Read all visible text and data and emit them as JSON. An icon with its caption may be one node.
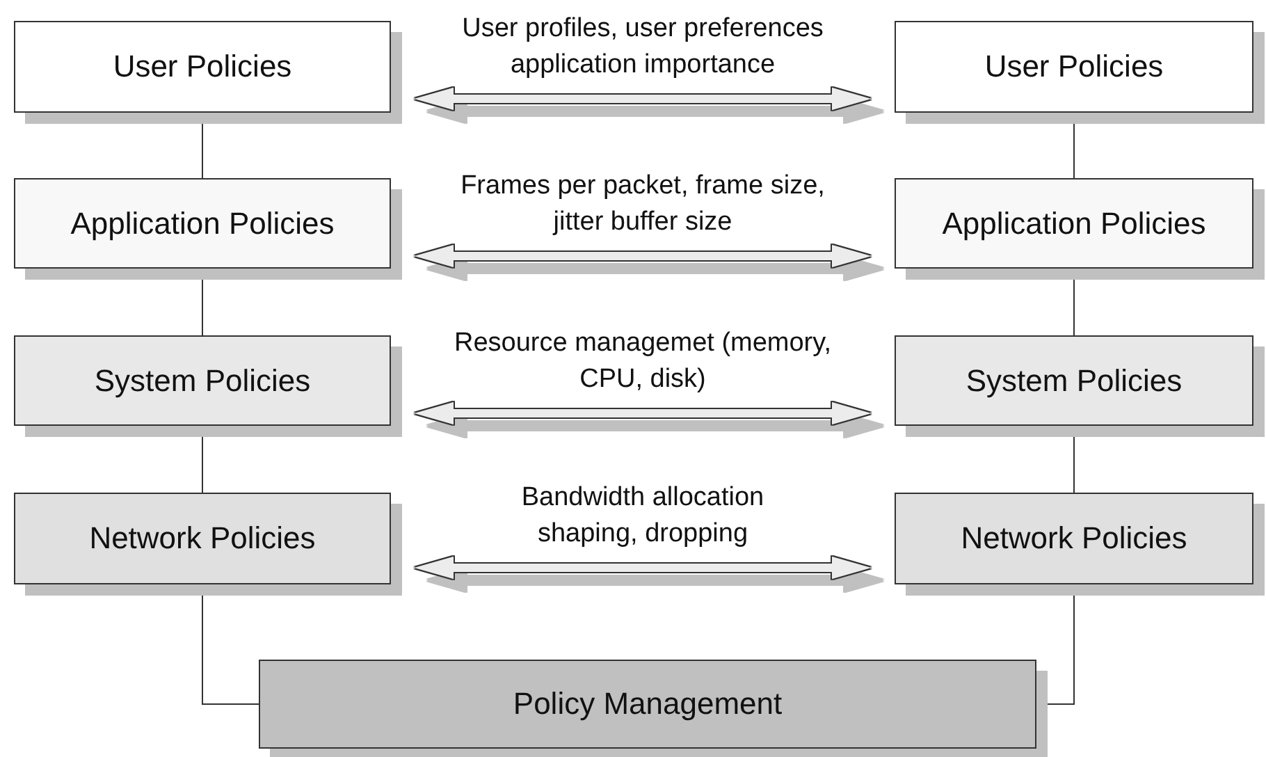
{
  "diagram": {
    "nodes": [
      {
        "text": [
          "User Policies"
        ]
      },
      {
        "text": [
          "User Policies"
        ]
      },
      {
        "text": [
          "Application Policies"
        ]
      },
      {
        "text": [
          "Application Policies"
        ]
      },
      {
        "text": [
          "System Policies"
        ]
      },
      {
        "text": [
          "System Policies"
        ]
      },
      {
        "text": [
          "Network Policies"
        ]
      },
      {
        "text": [
          "Network Policies"
        ]
      },
      {
        "text": [
          "Policy Management"
        ]
      }
    ],
    "edges": [
      {
        "from": 0,
        "to": 1,
        "arrow": "both",
        "style": "thick",
        "color": "#ececec",
        "label": "User profiles, user preferences application importance"
      },
      {
        "from": 2,
        "to": 3,
        "arrow": "both",
        "style": "thick",
        "color": "#ececec",
        "label": "Frames per packet, frame size, jitter buffer size"
      },
      {
        "from": 4,
        "to": 5,
        "arrow": "both",
        "style": "thick",
        "color": "#ececec",
        "label": "Resource managemet (memory, CPU, disk)"
      },
      {
        "from": 6,
        "to": 7,
        "arrow": "both",
        "style": "thick",
        "color": "#ececec",
        "label": "Bandwidth allocation shaping, dropping"
      },
      {
        "from": 0,
        "to": 2,
        "arrow": "none"
      },
      {
        "from": 2,
        "to": 4,
        "arrow": "none"
      },
      {
        "from": 4,
        "to": 6,
        "arrow": "none"
      },
      {
        "from": 1,
        "to": 3,
        "arrow": "none"
      },
      {
        "from": 3,
        "to": 5,
        "arrow": "none"
      },
      {
        "from": 5,
        "to": 7,
        "arrow": "none"
      },
      {
        "from": 6,
        "to": 8,
        "arrow": "none"
      },
      {
        "from": 7,
        "to": 8,
        "arrow": "none"
      }
    ]
  }
}
